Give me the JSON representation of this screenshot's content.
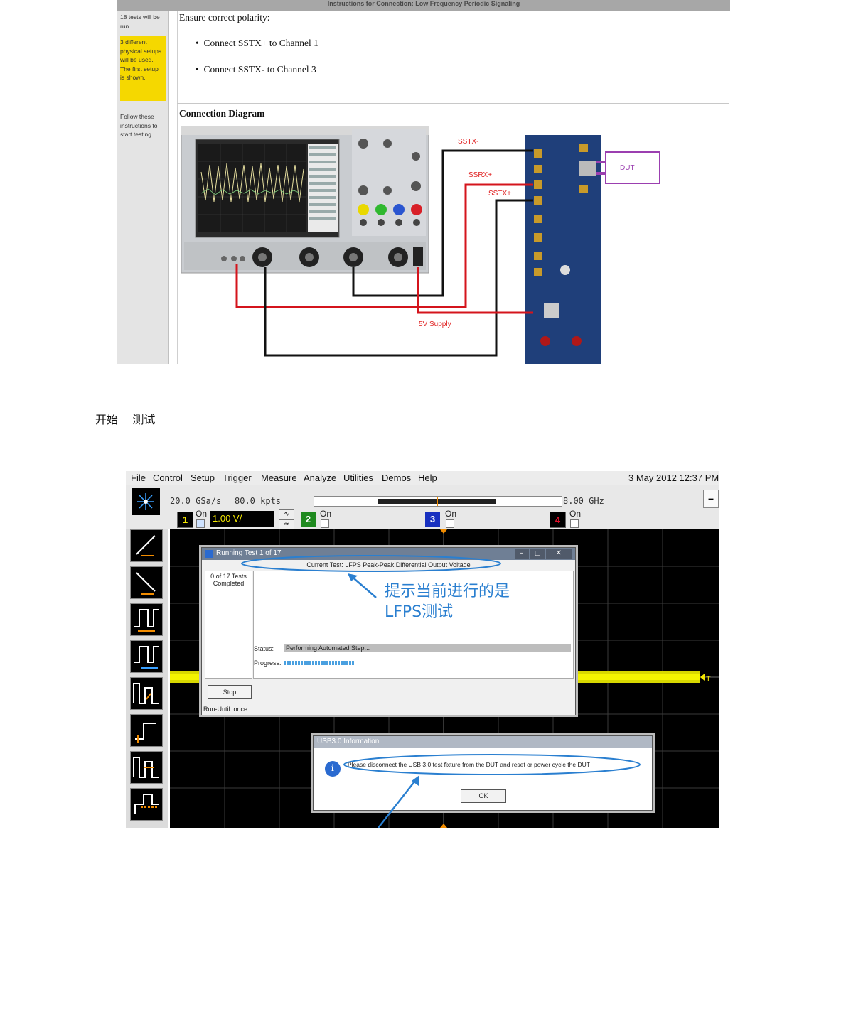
{
  "instructions": {
    "title": "Instructions for Connection: Low Frequency Periodic Signaling",
    "sidebar": {
      "tests_note": "18 tests will be run.",
      "setups_note": "3 different physical setups will be used. The first setup is shown.",
      "follow_note": "Follow these instructions to start testing"
    },
    "polarity_heading": "Ensure correct polarity:",
    "bullets": [
      "Connect SSTX+ to Channel 1",
      "Connect SSTX- to Channel 3"
    ],
    "diagram_heading": "Connection Diagram",
    "diagram_labels": {
      "sstx_minus": "SSTX-",
      "ssrx_plus": "SSRX+",
      "sstx_plus": "SSTX+",
      "dut": "DUT",
      "supply": "5V Supply"
    },
    "colors": {
      "red_wire": "#d4141c",
      "black_wire": "#111111",
      "dut_box": "#9b3fb0",
      "label_red": "#e02020"
    }
  },
  "caption": "开始    测试",
  "scope": {
    "menu": [
      "File",
      "Control",
      "Setup",
      "Trigger",
      "Measure",
      "Analyze",
      "Utilities",
      "Demos",
      "Help"
    ],
    "datetime": "3 May 2012 12:37 PM",
    "sample_rate": "20.0 GSa/s",
    "memory": "80.0 kpts",
    "bandwidth": "8.00 GHz",
    "channels": [
      {
        "num": "1",
        "state": "On",
        "scale": "1.00 V/",
        "color": "#f2e600"
      },
      {
        "num": "2",
        "state": "On",
        "color": "#2fb82f"
      },
      {
        "num": "3",
        "state": "On",
        "color": "#2244ff"
      },
      {
        "num": "4",
        "state": "On",
        "color": "#e0102a"
      }
    ],
    "running_dialog": {
      "title": "Running Test 1 of 17",
      "current_test": "Current Test: LFPS Peak-Peak Differential Output Voltage",
      "tests_completed": "0 of 17 Tests Completed",
      "status_label": "Status:",
      "status_value": "Performing Automated Step...",
      "progress_label": "Progress:",
      "progress": 0.25,
      "stop_button": "Stop",
      "run_until": "Run-Until: once"
    },
    "annotation": "提示当前进行的是LFPS测试",
    "info_dialog": {
      "title": "USB3.0 Information",
      "message": "Please disconnect the USB 3.0 test fixture from the DUT and reset or power cycle the DUT",
      "ok_button": "OK"
    },
    "colors": {
      "annot_blue": "#2a7fd0",
      "signal": "#f2f200"
    }
  }
}
